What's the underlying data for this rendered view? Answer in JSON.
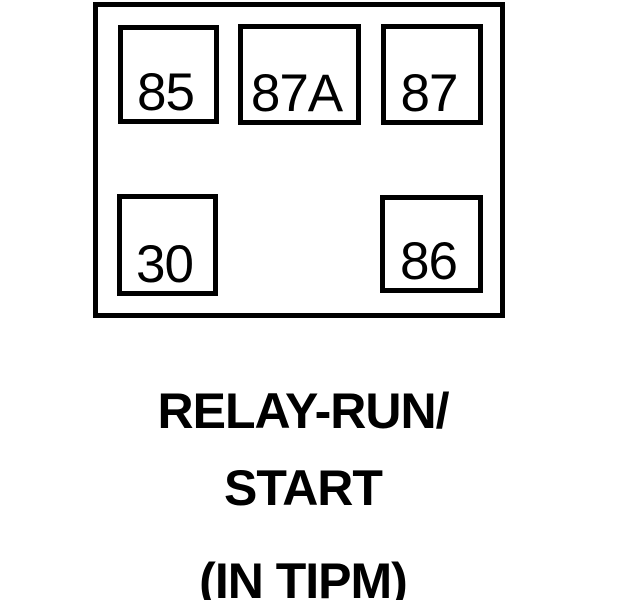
{
  "relay": {
    "pins": [
      {
        "id": "85",
        "label": "85"
      },
      {
        "id": "87A",
        "label": "87A"
      },
      {
        "id": "87",
        "label": "87"
      },
      {
        "id": "30",
        "label": "30"
      },
      {
        "id": "86",
        "label": "86"
      }
    ],
    "caption": {
      "line1": "RELAY-RUN/",
      "line2": "START",
      "line3": "(IN TIPM)"
    },
    "colors": {
      "line": "#000000",
      "background": "#ffffff"
    }
  }
}
